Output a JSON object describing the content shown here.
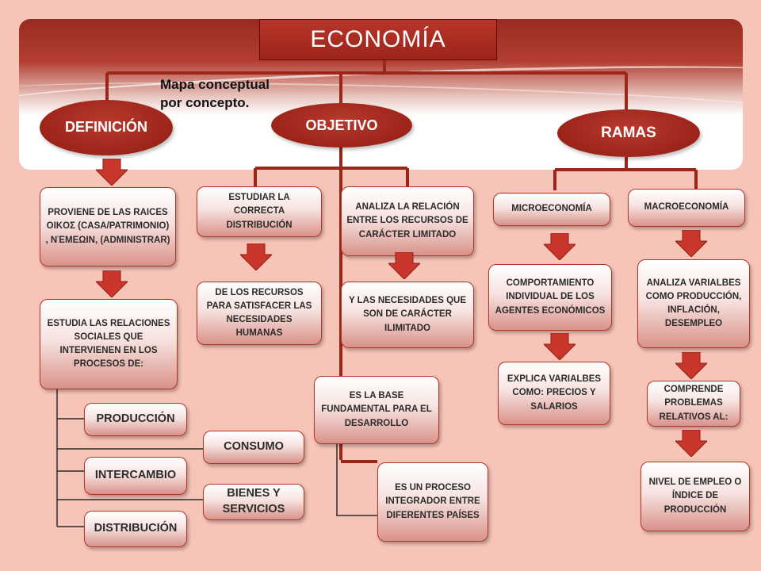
{
  "title": "ECONOMÍA",
  "note": "Mapa conceptual por concepto.",
  "ovals": {
    "definicion": "DEFINICIÓN",
    "objetivo": "OBJETIVO",
    "ramas": "RAMAS"
  },
  "definicion": {
    "origen": "PROVIENE DE LAS RAICES OIKOΣ (CASA/PATRIMONIO) , ΝΈΜΕΩΙΝ, (ADMINISTRAR)",
    "estudia": "ESTUDIA LAS RELACIONES SOCIALES QUE INTERVIENEN EN LOS PROCESOS DE:",
    "procesos": [
      "PRODUCCIÓN",
      "CONSUMO",
      "INTERCAMBIO",
      "BIENES Y SERVICIOS",
      "DISTRIBUCIÓN"
    ]
  },
  "objetivo": {
    "estudiar": "ESTUDIAR LA CORRECTA DISTRIBUCIÓN",
    "recursos": "DE LOS RECURSOS PARA SATISFACER LAS NECESIDADES HUMANAS",
    "analiza": "ANALIZA LA RELACIÓN ENTRE LOS RECURSOS DE CARÁCTER LIMITADO",
    "necesidades": "Y LAS NECESIDADES QUE SON DE CARÁCTER ILIMITADO",
    "base": "ES LA BASE FUNDAMENTAL PARA EL DESARROLLO",
    "proceso": "ES UN PROCESO INTEGRADOR ENTRE DIFERENTES PAÍSES"
  },
  "ramas": {
    "micro": "MICROECONOMÍA",
    "micro_comportamiento": "COMPORTAMIENTO INDIVIDUAL DE LOS AGENTES ECONÓMICOS",
    "micro_explica": "EXPLICA VARIALBES COMO: PRECIOS Y SALARIOS",
    "macro": "MACROECONOMÍA",
    "macro_analiza": "ANALIZA VARIALBES COMO PRODUCCIÓN, INFLACIÓN, DESEMPLEO",
    "macro_comprende": "COMPRENDE PROBLEMAS RELATIVOS AL:",
    "macro_nivel": "NIVEL DE EMPLEO O ÍNDICE DE PRODUCCIÓN"
  },
  "colors": {
    "primary": "#9c2419",
    "background": "#f7c4b8",
    "arrow": "#c9362b"
  }
}
